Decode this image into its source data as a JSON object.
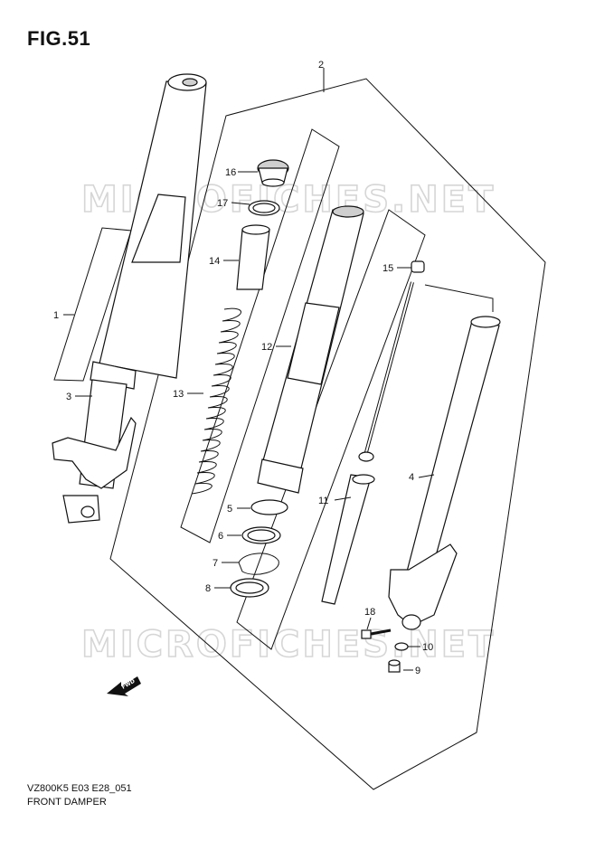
{
  "figure": {
    "title": "FIG.51"
  },
  "watermark": {
    "text": "MICROFICHES.NET"
  },
  "fwd_arrow": {
    "label": "FWD"
  },
  "caption": {
    "code": "VZ800K5 E03 E28_051",
    "name": "FRONT DAMPER"
  },
  "callouts": {
    "c1": "1",
    "c2": "2",
    "c3": "3",
    "c4": "4",
    "c5": "5",
    "c6": "6",
    "c7": "7",
    "c8": "8",
    "c9": "9",
    "c10": "10",
    "c11": "11",
    "c12": "12",
    "c13": "13",
    "c14": "14",
    "c15": "15",
    "c16": "16",
    "c17": "17",
    "c18": "18"
  }
}
